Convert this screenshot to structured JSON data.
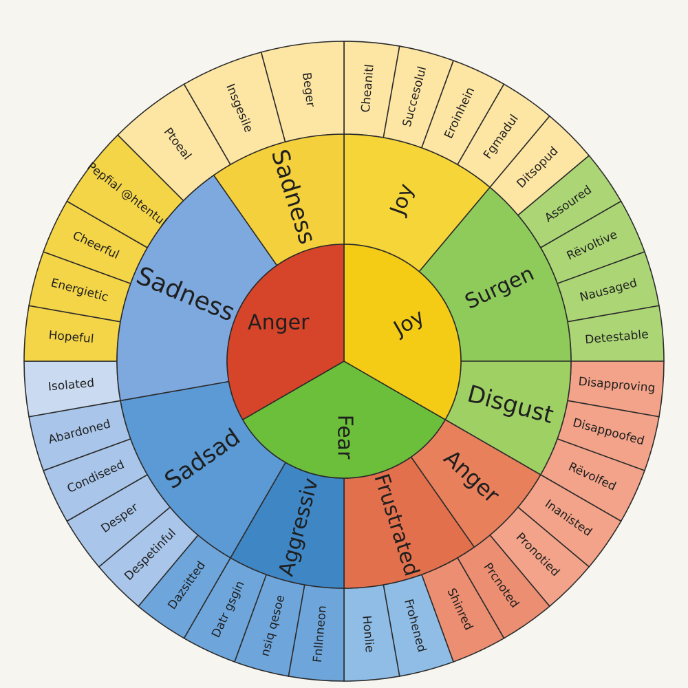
{
  "diagram": {
    "center_emotions": [
      {
        "label": "Joy",
        "color": "#f4cc16"
      },
      {
        "label": "Fear",
        "color": "#6cbf3a"
      },
      {
        "label": "Anger",
        "color": "#d6442a"
      }
    ],
    "middle_ring": [
      {
        "label": "Joy",
        "color": "#f6d538"
      },
      {
        "label": "Surgen",
        "color": "#8ecb5a"
      },
      {
        "label": "Disgust",
        "color": "#9fd064"
      },
      {
        "label": "Anger",
        "color": "#e8805c"
      },
      {
        "label": "Frustrated",
        "color": "#e2704c"
      },
      {
        "label": "Aggressiv",
        "color": "#3f86c4"
      },
      {
        "label": "Sadsad",
        "color": "#5b9ad4"
      },
      {
        "label": "Sadness",
        "color": "#7ea9de"
      },
      {
        "label": "Sadness",
        "color": "#f3d03c"
      }
    ],
    "outer_ring": [
      {
        "label": "Cheanitl",
        "color": "#fde6a4"
      },
      {
        "label": "Succesolul",
        "color": "#fde6a4"
      },
      {
        "label": "Eroinhein",
        "color": "#fde6a4"
      },
      {
        "label": "Fgmadul",
        "color": "#fde6a4"
      },
      {
        "label": "Ditsopud",
        "color": "#fde6a4"
      },
      {
        "label": "Assoured",
        "color": "#acd676"
      },
      {
        "label": "Rëvoltive",
        "color": "#acd676"
      },
      {
        "label": "Nausaged",
        "color": "#acd676"
      },
      {
        "label": "Detestable",
        "color": "#acd676"
      },
      {
        "label": "Disapproving",
        "color": "#f2a389"
      },
      {
        "label": "Disappoofed",
        "color": "#f2a389"
      },
      {
        "label": "Rëvolfed",
        "color": "#f2a389"
      },
      {
        "label": "Inanisted",
        "color": "#f2a389"
      },
      {
        "label": "Pronotied",
        "color": "#f2a389"
      },
      {
        "label": "Prcnoted",
        "color": "#ec8e72"
      },
      {
        "label": "Shinred",
        "color": "#ec8e72"
      },
      {
        "label": "Frohened",
        "color": "#8fbde6"
      },
      {
        "label": "Honlie",
        "color": "#8fbde6"
      },
      {
        "label": "Fnllnneon",
        "color": "#6ea6dc"
      },
      {
        "label": "nsiq qesoe",
        "color": "#6ea6dc"
      },
      {
        "label": "Datr gsgin",
        "color": "#6ea6dc"
      },
      {
        "label": "Dazsitted",
        "color": "#6ea6dc"
      },
      {
        "label": "Despetinful",
        "color": "#a9c6ea"
      },
      {
        "label": "Desper",
        "color": "#a9c6ea"
      },
      {
        "label": "Condiseed",
        "color": "#a9c6ea"
      },
      {
        "label": "Abardoned",
        "color": "#a9c6ea"
      },
      {
        "label": "Isolated",
        "color": "#c9daf1"
      },
      {
        "label": "Hopeful",
        "color": "#f4d548"
      },
      {
        "label": "Energietic",
        "color": "#f4d548"
      },
      {
        "label": "Cheerful",
        "color": "#f4d548"
      },
      {
        "label": "Pepfial @htentul",
        "color": "#f4d548"
      },
      {
        "label": "Ptoeal",
        "color": "#fde6a4"
      },
      {
        "label": "Insgesile",
        "color": "#fde6a4"
      },
      {
        "label": "Beger",
        "color": "#fde6a4"
      }
    ]
  }
}
